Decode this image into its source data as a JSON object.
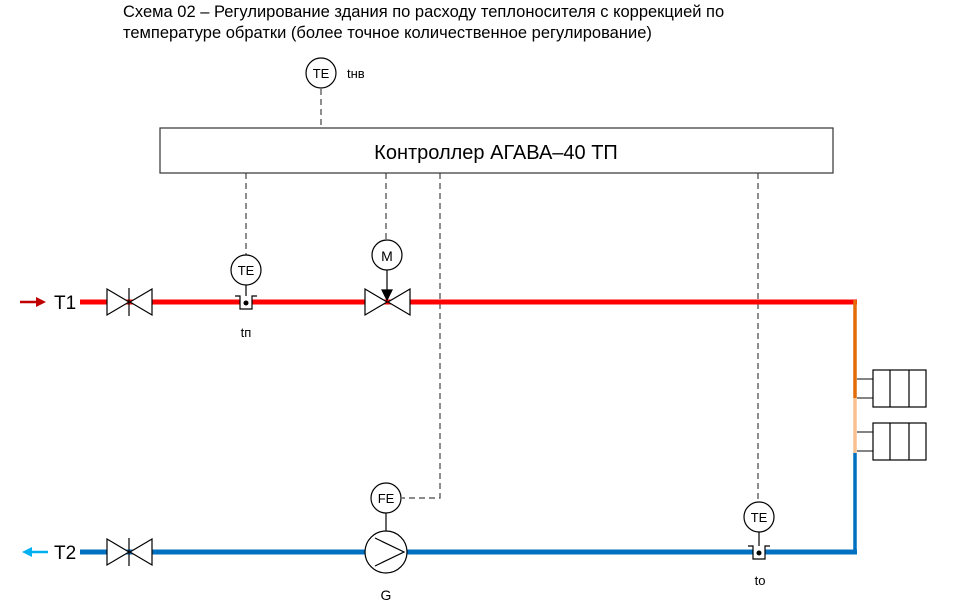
{
  "title": {
    "line1": "Схема 02 – Регулирование здания по расходу теплоносителя с коррекцией по",
    "line2": "температуре обратки (более точное количественное регулирование)"
  },
  "controller": {
    "label": "Контроллер АГАВА–40 ТП"
  },
  "sensors": {
    "outdoor": {
      "tag": "TE",
      "label": "tнв"
    },
    "supply": {
      "tag": "TE",
      "label": "tп"
    },
    "return": {
      "tag": "TE",
      "label": "to"
    },
    "flow": {
      "tag": "FE",
      "label": "G"
    },
    "actuator": {
      "tag": "M"
    }
  },
  "pipes": {
    "supply_label": "T1",
    "return_label": "T2"
  },
  "colors": {
    "supply": "#ff0000",
    "supply_arrow": "#c00000",
    "return": "#0070c0",
    "return_arrow": "#00b0f0",
    "riser_hot": "#e36c09",
    "riser_mid": "#fac090"
  }
}
